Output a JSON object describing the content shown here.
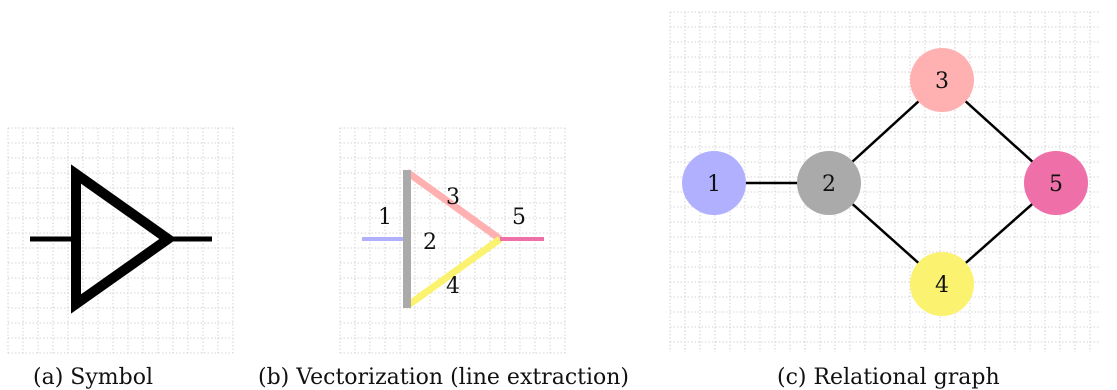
{
  "panels": {
    "symbol": {
      "caption": "(a) Symbol"
    },
    "vectorization": {
      "caption": "(b) Vectorization (line extraction)",
      "segment_labels": [
        "1",
        "2",
        "3",
        "4",
        "5"
      ]
    },
    "graph": {
      "caption": "(c) Relational graph",
      "nodes": [
        {
          "id": "1",
          "color": "#b0b0ff"
        },
        {
          "id": "2",
          "color": "#aaaaaa"
        },
        {
          "id": "3",
          "color": "#ffb0b0"
        },
        {
          "id": "4",
          "color": "#fbf36f"
        },
        {
          "id": "5",
          "color": "#ef6fa8"
        }
      ],
      "edges": [
        [
          "1",
          "2"
        ],
        [
          "2",
          "3"
        ],
        [
          "2",
          "4"
        ],
        [
          "3",
          "5"
        ],
        [
          "4",
          "5"
        ]
      ]
    }
  },
  "colors": {
    "seg1": "#b0b0ff",
    "seg2": "#aaaaaa",
    "seg3": "#ffb0b0",
    "seg4": "#fbf36f",
    "seg5": "#ef6fa8",
    "ink": "#000000"
  }
}
